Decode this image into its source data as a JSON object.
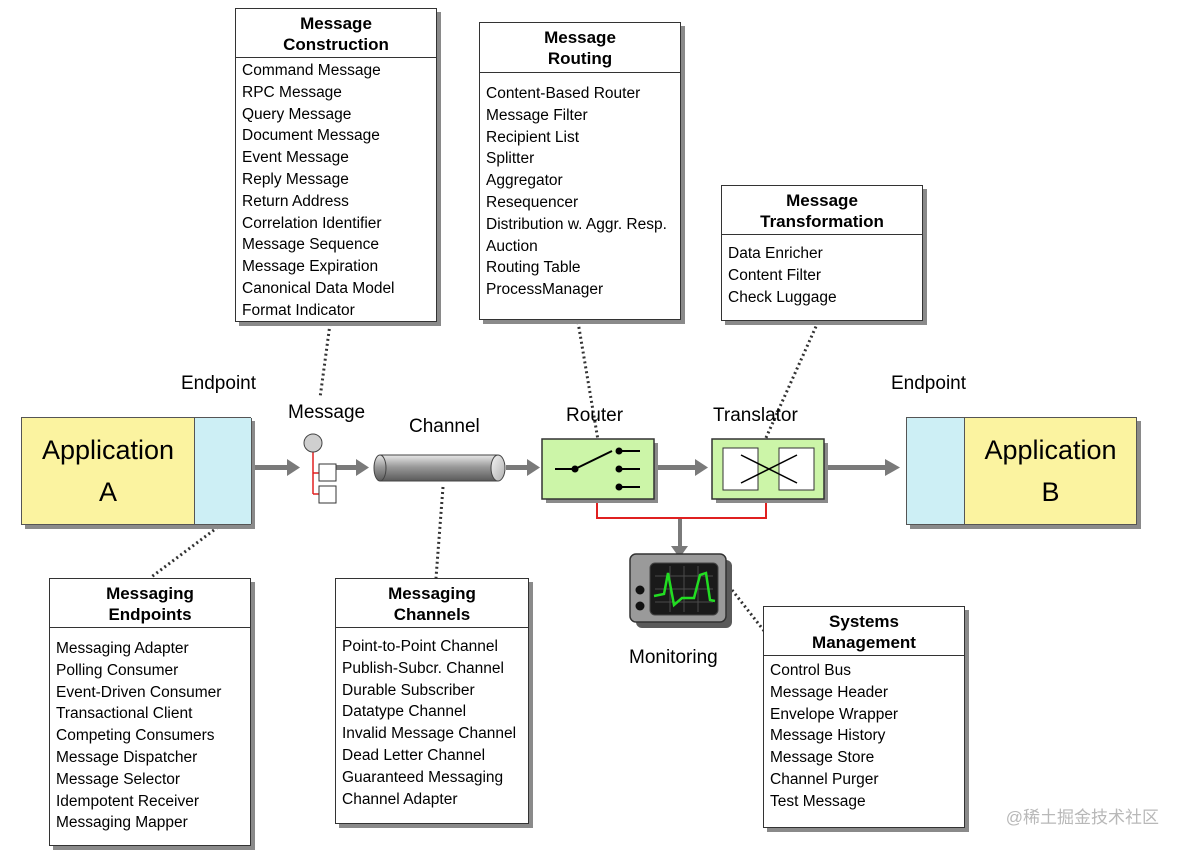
{
  "boxes": {
    "construction": {
      "title_1": "Message",
      "title_2": "Construction",
      "items": [
        "Command Message",
        "RPC Message",
        "Query Message",
        "Document Message",
        "Event Message",
        "Reply Message",
        "Return Address",
        "Correlation Identifier",
        "Message Sequence",
        "Message Expiration",
        "Canonical Data Model",
        "Format Indicator"
      ]
    },
    "routing": {
      "title_1": "Message",
      "title_2": "Routing",
      "items": [
        "Content-Based Router",
        "Message Filter",
        "Recipient List",
        "Splitter",
        "Aggregator",
        "Resequencer",
        "Distribution w. Aggr. Resp.",
        "Auction",
        "Routing Table",
        "ProcessManager"
      ]
    },
    "transformation": {
      "title_1": "Message",
      "title_2": "Transformation",
      "items": [
        "Data Enricher",
        "Content Filter",
        "Check Luggage"
      ]
    },
    "endpoints": {
      "title_1": "Messaging",
      "title_2": "Endpoints",
      "items": [
        "Messaging Adapter",
        "Polling Consumer",
        "Event-Driven Consumer",
        "Transactional Client",
        "Competing Consumers",
        "Message Dispatcher",
        "Message Selector",
        "Idempotent Receiver",
        "Messaging Mapper"
      ]
    },
    "channels": {
      "title_1": "Messaging",
      "title_2": "Channels",
      "items": [
        "Point-to-Point Channel",
        "Publish-Subcr. Channel",
        "Durable Subscriber",
        "Datatype Channel",
        "Invalid Message Channel",
        "Dead Letter Channel",
        "Guaranteed Messaging",
        "Channel Adapter"
      ]
    },
    "management": {
      "title_1": "Systems",
      "title_2": "Management",
      "items": [
        "Control Bus",
        "Message Header",
        "Envelope Wrapper",
        "Message History",
        "Message Store",
        "Channel Purger",
        "Test Message"
      ]
    }
  },
  "labels": {
    "endpoint_left": "Endpoint",
    "endpoint_right": "Endpoint",
    "message": "Message",
    "channel": "Channel",
    "router": "Router",
    "translator": "Translator",
    "monitoring": "Monitoring"
  },
  "apps": {
    "left": {
      "line1": "Application",
      "line2": "A"
    },
    "right": {
      "line1": "Application",
      "line2": "B"
    }
  },
  "watermark": "@稀土掘金技术社区",
  "colors": {
    "app_fill": "#fbf3a0",
    "endpoint_fill": "#cdeff5",
    "component_fill": "#ccf5a8",
    "monitor_line": "#22dd22",
    "red_line": "#e02020"
  }
}
